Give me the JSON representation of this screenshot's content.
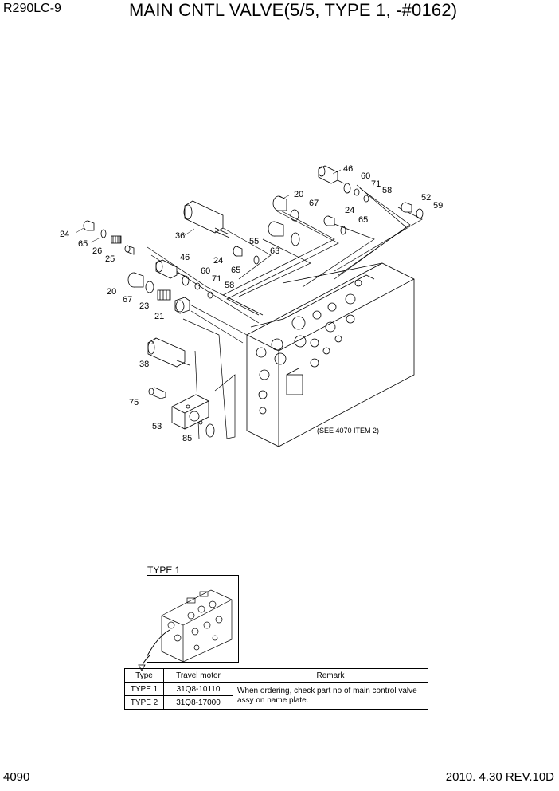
{
  "header": {
    "model": "R290LC-9",
    "title": "MAIN CNTL VALVE(5/5, TYPE 1, -#0162)"
  },
  "callouts": {
    "p46a": "46",
    "p60a": "60",
    "p71a": "71",
    "p58a": "58",
    "p20a": "20",
    "p67a": "67",
    "p52": "52",
    "p59": "59",
    "p24a": "24",
    "p65a": "65",
    "p55": "55",
    "p63": "63",
    "p36": "36",
    "p24b": "24",
    "p65b": "65",
    "p26": "26",
    "p25": "25",
    "p46b": "46",
    "p24c": "24",
    "p65c": "65",
    "p60b": "60",
    "p71b": "71",
    "p58b": "58",
    "p20b": "20",
    "p67b": "67",
    "p23": "23",
    "p21": "21",
    "p38": "38",
    "p75": "75",
    "p53": "53",
    "p85": "85"
  },
  "see_note": "(SEE 4070 ITEM 2)",
  "inset": {
    "label": "TYPE 1"
  },
  "table": {
    "headers": [
      "Type",
      "Travel motor",
      "Remark"
    ],
    "rows": [
      {
        "type": "TYPE 1",
        "motor": "31Q8-10110"
      },
      {
        "type": "TYPE 2",
        "motor": "31Q8-17000"
      }
    ],
    "remark": "When ordering, check part no of main control valve assy on name plate."
  },
  "footer": {
    "page": "4090",
    "revision": "2010. 4.30  REV.10D"
  }
}
